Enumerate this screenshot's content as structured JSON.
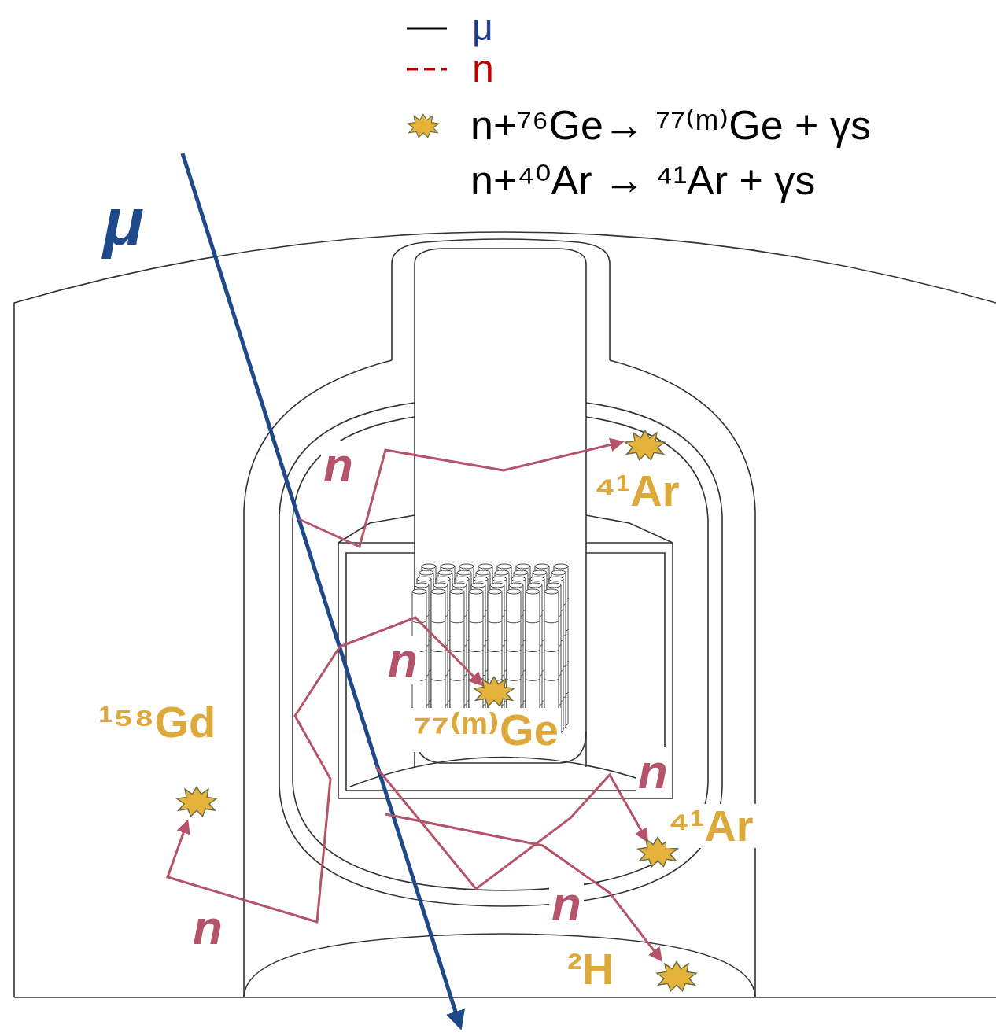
{
  "diagram": {
    "labels": [
      "μ",
      "n",
      "⁴¹Ar",
      "n",
      "⁷⁷⁽ᵐ⁾Ge",
      "¹⁵⁸Gd",
      "n",
      "⁴¹Ar",
      "n",
      "²H",
      "n"
    ],
    "legend": [
      {
        "text": "μ"
      },
      {
        "text": "n"
      },
      {
        "text": "n+⁷⁶Ge→ ⁷⁷⁽ᵐ⁾Ge + γs"
      },
      {
        "text": "n+⁴⁰Ar → ⁴¹Ar + γs"
      }
    ]
  }
}
